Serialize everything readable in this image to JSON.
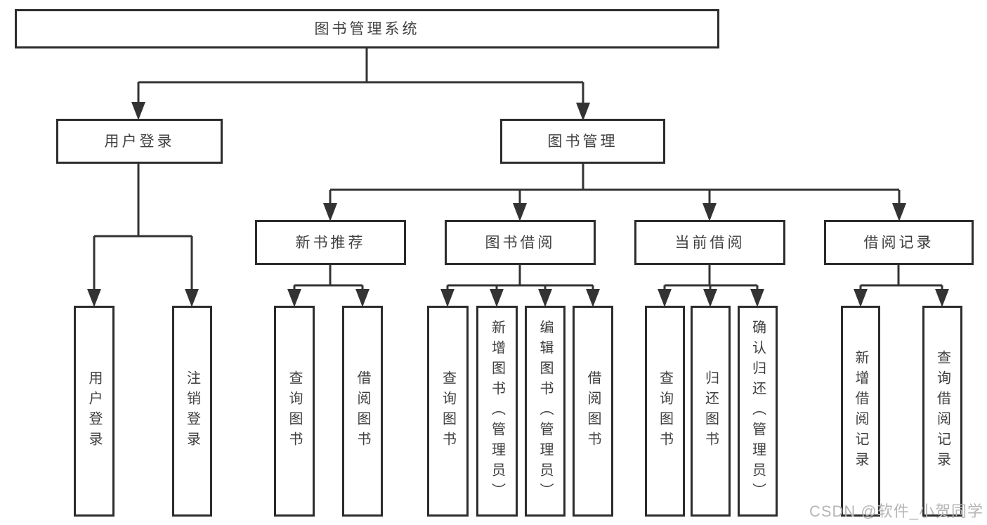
{
  "tree": {
    "root": "图书管理系统",
    "branches": [
      {
        "label": "用户登录",
        "leaves": [
          "用户登录",
          "注销登录"
        ]
      },
      {
        "label": "图书管理",
        "groups": [
          {
            "label": "新书推荐",
            "leaves": [
              "查询图书",
              "借阅图书"
            ]
          },
          {
            "label": "图书借阅",
            "leaves": [
              "查询图书",
              "新增图书（管理员）",
              "编辑图书（管理员）",
              "借阅图书"
            ]
          },
          {
            "label": "当前借阅",
            "leaves": [
              "查询图书",
              "归还图书",
              "确认归还（管理员）"
            ]
          },
          {
            "label": "借阅记录",
            "leaves": [
              "新增借阅记录",
              "查询借阅记录"
            ]
          }
        ]
      }
    ]
  },
  "watermark": {
    "text": "CSDN @软件_小贺同学"
  },
  "colors": {
    "background": "#ffffff",
    "box_border": "#2c2c2c",
    "connector_line": "#333333",
    "node_text": "#3f3f3f",
    "watermark_text": "#b5b5b5"
  }
}
